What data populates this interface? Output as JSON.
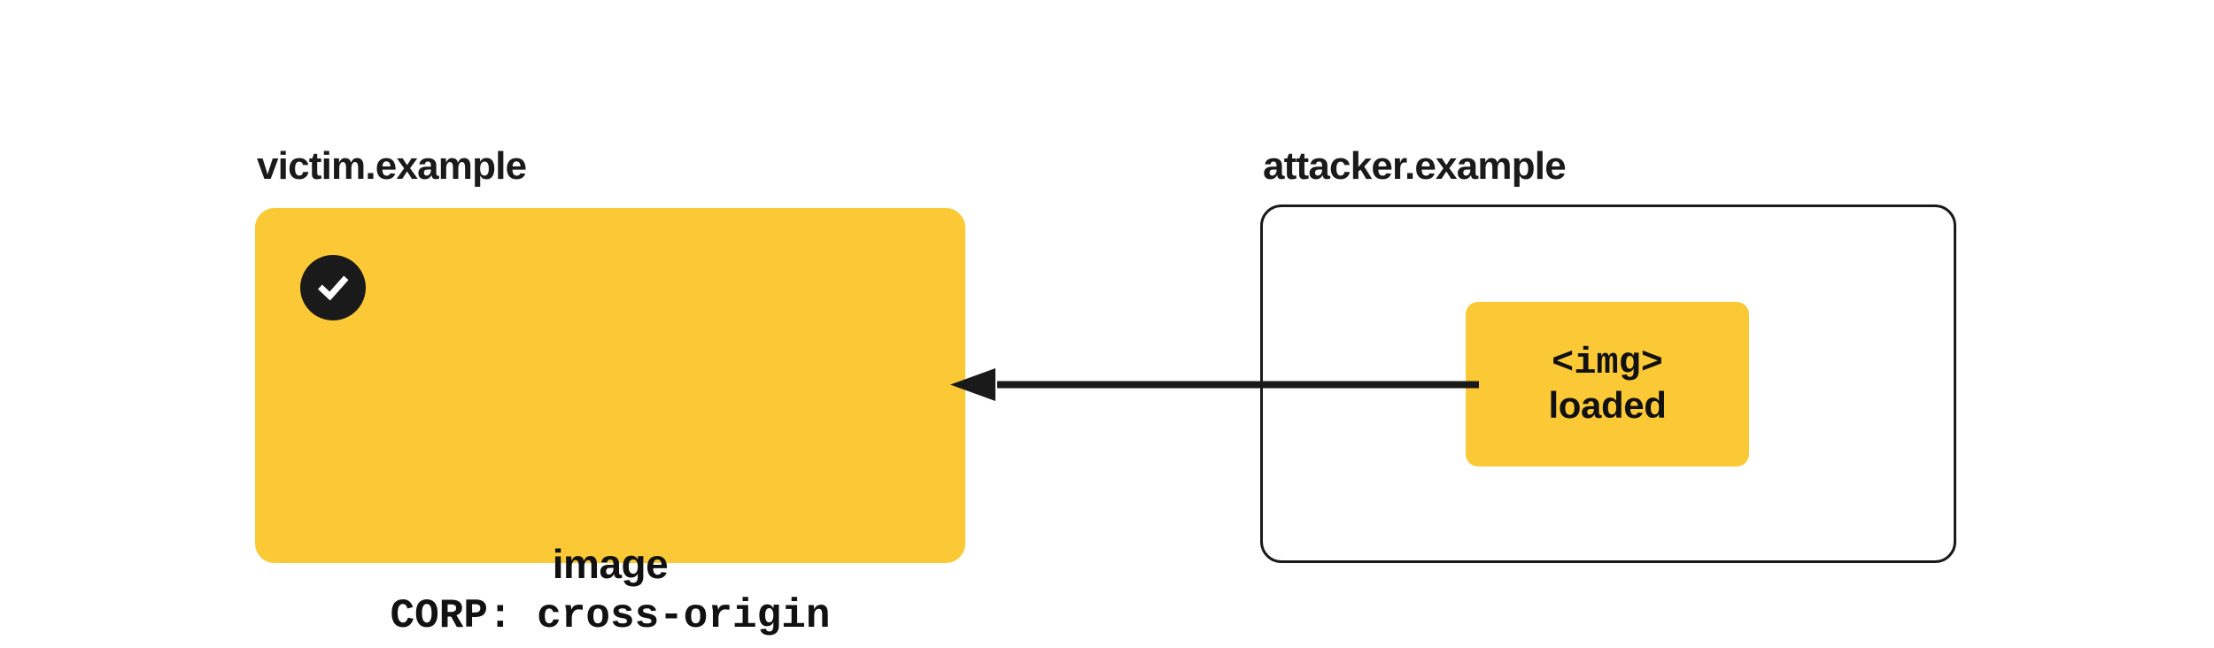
{
  "diagram": {
    "background_color": "#ffffff",
    "accent_color": "#FCC936",
    "ink_color": "#1a1a1a"
  },
  "victim": {
    "origin_label": "victim.example",
    "panel": {
      "fill": "#FCC936",
      "status_icon": "check-icon",
      "resource_label": "image",
      "header_label": "CORP: cross-origin"
    }
  },
  "attacker": {
    "origin_label": "attacker.example",
    "panel": {
      "border_color": "#1a1a1a",
      "fill": "#ffffff"
    },
    "element_box": {
      "fill": "#FCC936",
      "tag_label": "<img>",
      "state_label": "loaded"
    }
  },
  "arrow": {
    "name": "request-arrow",
    "direction": "right-to-left",
    "color": "#1a1a1a",
    "from": "attacker.example <img>",
    "to": "victim.example image"
  }
}
